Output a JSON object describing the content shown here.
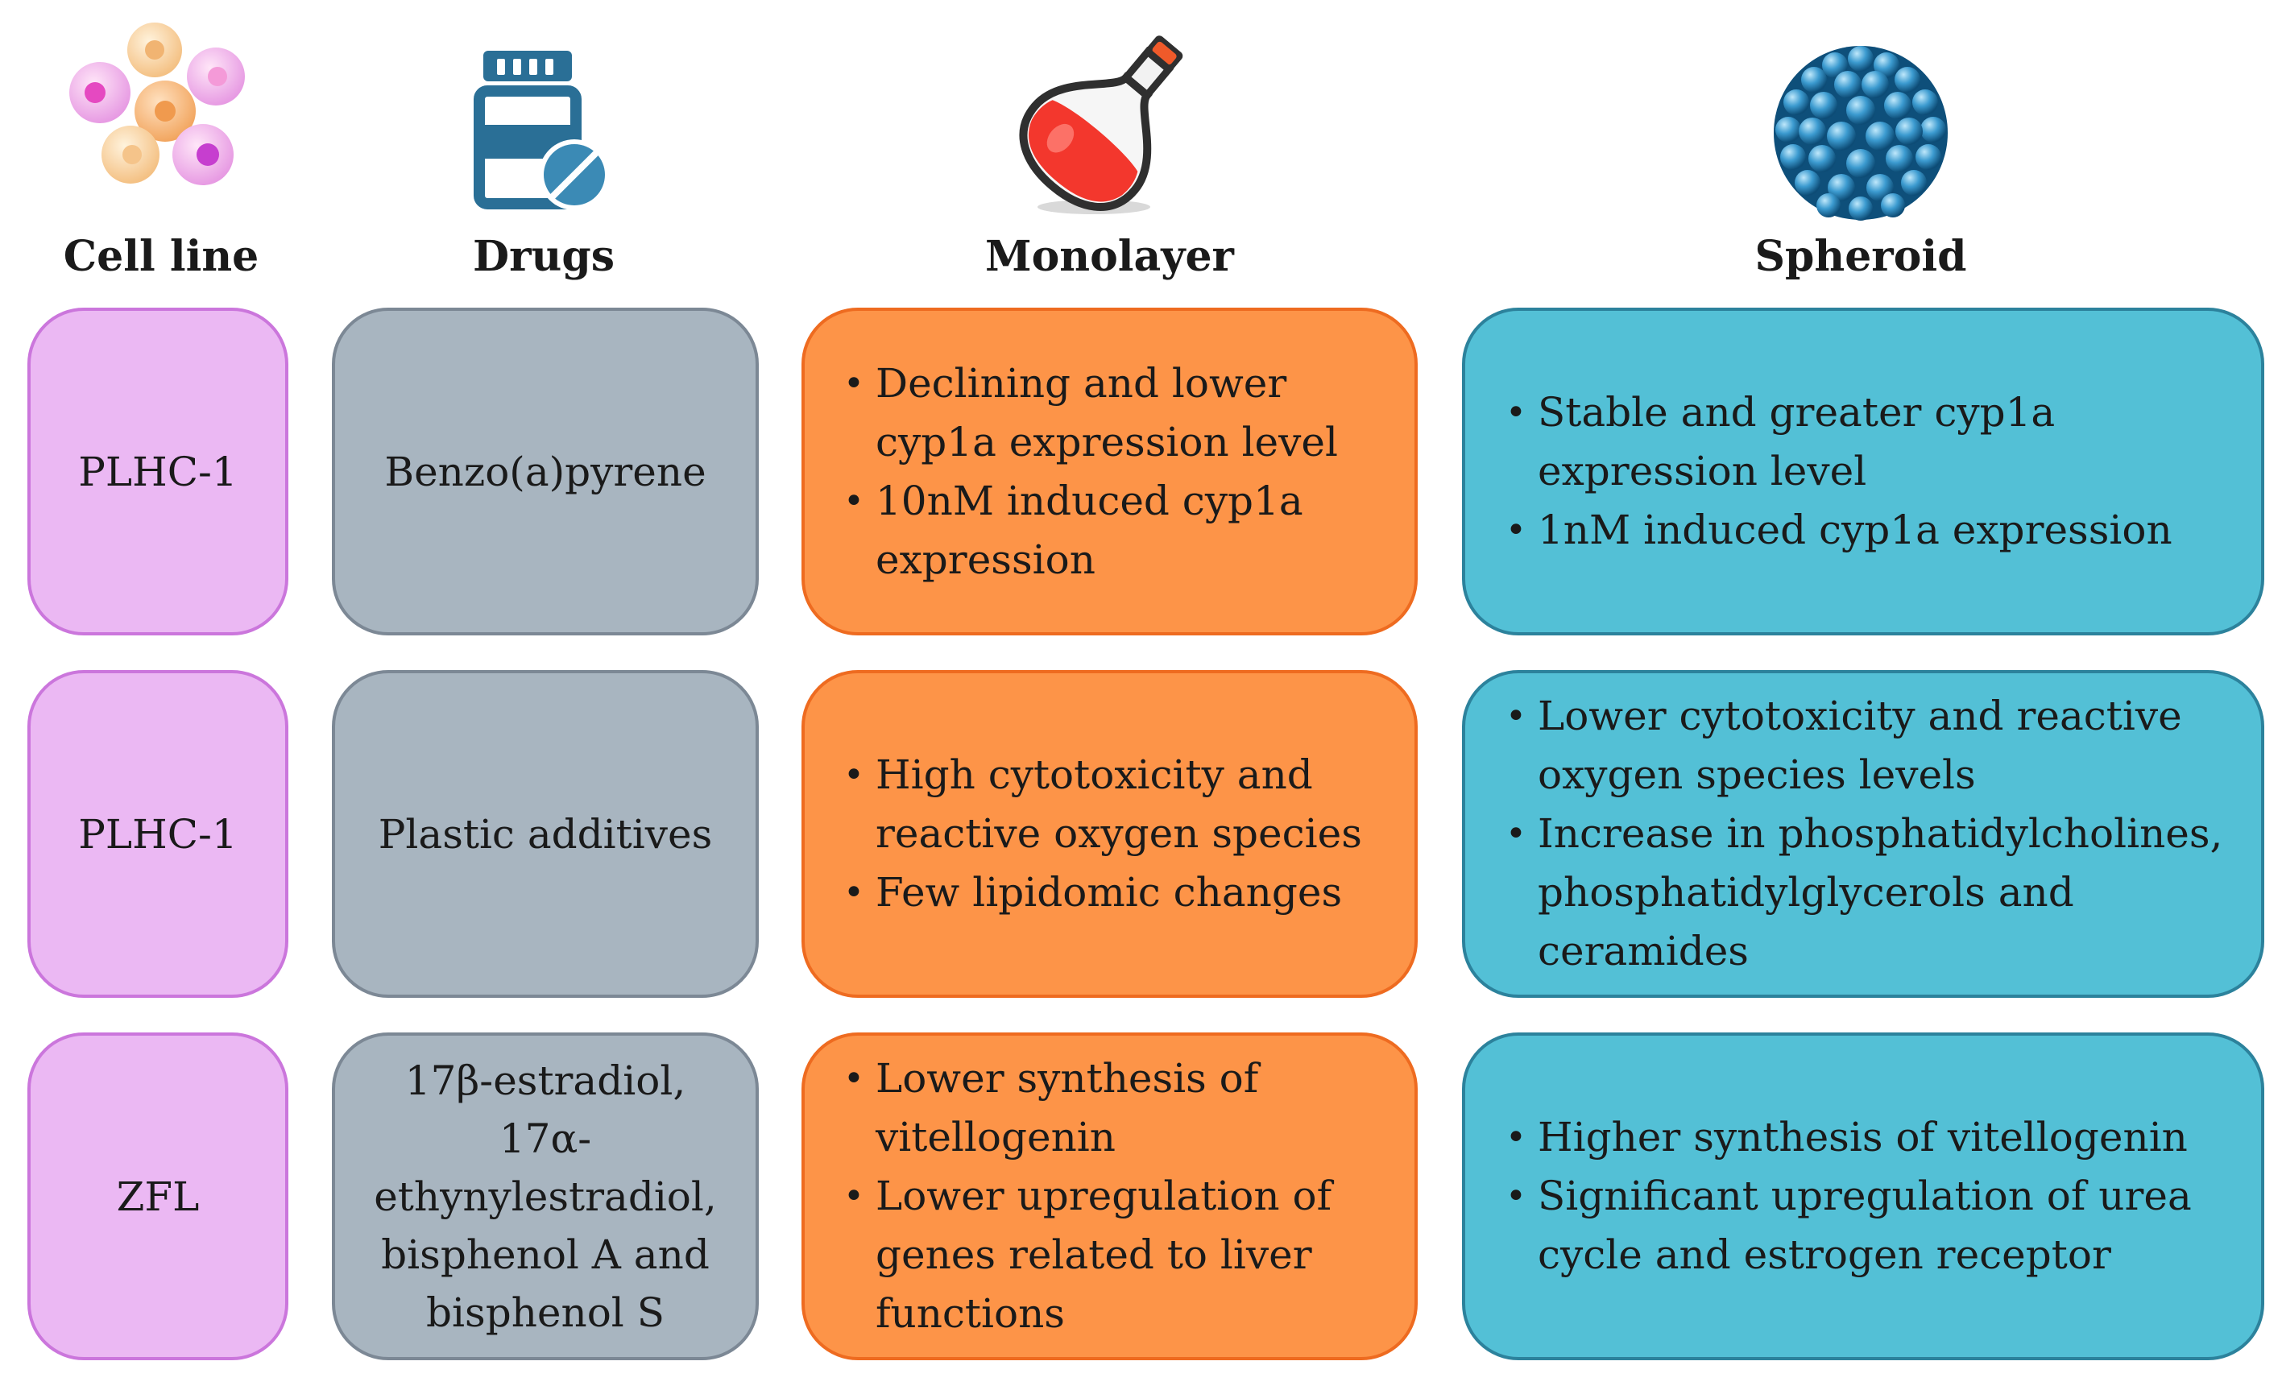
{
  "columns": {
    "cell_line": "Cell line",
    "drugs": "Drugs",
    "monolayer": "Monolayer",
    "spheroid": "Spheroid"
  },
  "icons": {
    "cell_line": "cells-cluster-icon",
    "drugs": "pill-bottle-icon",
    "monolayer": "flask-icon",
    "spheroid": "spheroid-icon"
  },
  "colors": {
    "cell_line_fill": "#ebb8f3",
    "drugs_fill": "#a8b5c0",
    "monolayer_fill": "#fd9448",
    "spheroid_fill": "#53c0d6"
  },
  "rows": [
    {
      "cell_line": "PLHC-1",
      "drug": "Benzo(a)pyrene",
      "monolayer": [
        "Declining and lower cyp1a expression level",
        "10nM induced cyp1a expression"
      ],
      "spheroid": [
        "Stable and greater cyp1a expression level",
        "1nM induced cyp1a expression"
      ]
    },
    {
      "cell_line": "PLHC-1",
      "drug": "Plastic additives",
      "monolayer": [
        "High cytotoxicity and reactive oxygen species",
        "Few lipidomic changes"
      ],
      "spheroid": [
        "Lower cytotoxicity and reactive oxygen species levels",
        "Increase in phosphatidylcholines, phosphatidylglycerols and ceramides"
      ]
    },
    {
      "cell_line": "ZFL",
      "drug": "17β-estradiol, 17α-ethynylestradiol, bisphenol A and bisphenol S",
      "monolayer": [
        "Lower synthesis of vitellogenin",
        "Lower upregulation of genes related to liver functions"
      ],
      "spheroid": [
        "Higher synthesis of vitellogenin",
        "Significant upregulation of urea cycle and estrogen receptor"
      ]
    }
  ]
}
